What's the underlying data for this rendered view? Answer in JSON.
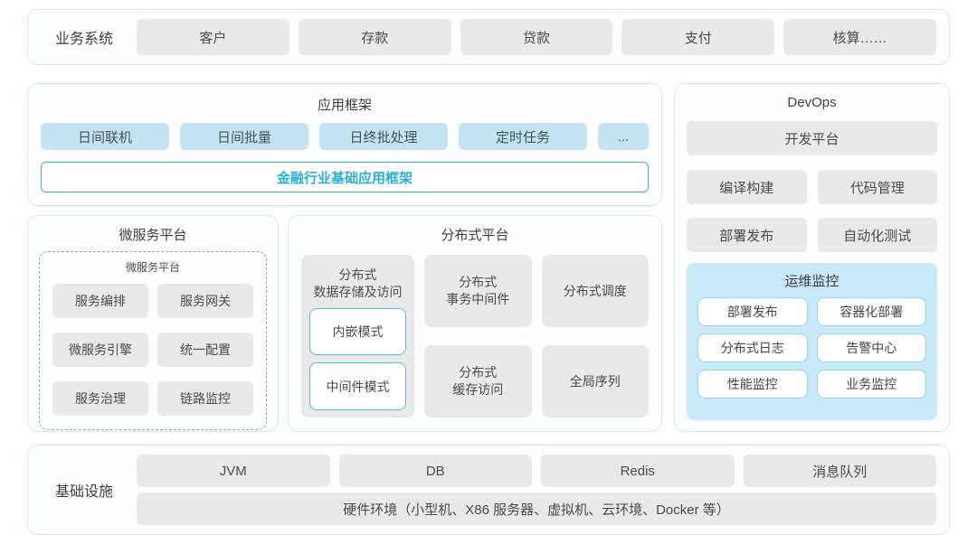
{
  "business_band": {
    "label": "业务系统",
    "items": [
      "客户",
      "存款",
      "贷款",
      "支付",
      "核算……"
    ]
  },
  "app_framework": {
    "title": "应用框架",
    "items": [
      "日间联机",
      "日间批量",
      "日终批处理",
      "定时任务"
    ],
    "more": "...",
    "base": "金融行业基础应用框架"
  },
  "microservice": {
    "title": "微服务平台",
    "inner_title": "微服务平台",
    "items": [
      "服务编排",
      "服务网关",
      "微服务引擎",
      "统一配置",
      "服务治理",
      "链路监控"
    ]
  },
  "distributed": {
    "title": "分布式平台",
    "storage": {
      "label": "分布式\n数据存储及访问",
      "modes": [
        "内嵌模式",
        "中间件模式"
      ]
    },
    "col2": [
      "分布式\n事务中间件",
      "分布式\n缓存访问"
    ],
    "col3": [
      "分布式调度",
      "全局序列"
    ]
  },
  "devops": {
    "title": "DevOps",
    "wide_item": "开发平台",
    "items": [
      "编译构建",
      "代码管理",
      "部署发布",
      "自动化测试"
    ],
    "monitoring": {
      "title": "运维监控",
      "items": [
        "部署发布",
        "容器化部署",
        "分布式日志",
        "告警中心",
        "性能监控",
        "业务监控"
      ]
    }
  },
  "infrastructure": {
    "label": "基础设施",
    "items": [
      "JVM",
      "DB",
      "Redis",
      "消息队列"
    ],
    "hardware": "硬件环境（小型机、X86 服务器、虚拟机、云环境、Docker 等）"
  },
  "colors": {
    "accent_cyan": "#2aaed6",
    "panel_border": "#cfe9f2",
    "gray_box": "#e9e9e9",
    "blue_box": "#c5e4f3",
    "monitor_bg": "#c9e9f8",
    "pill_border": "#8fd3e8"
  }
}
